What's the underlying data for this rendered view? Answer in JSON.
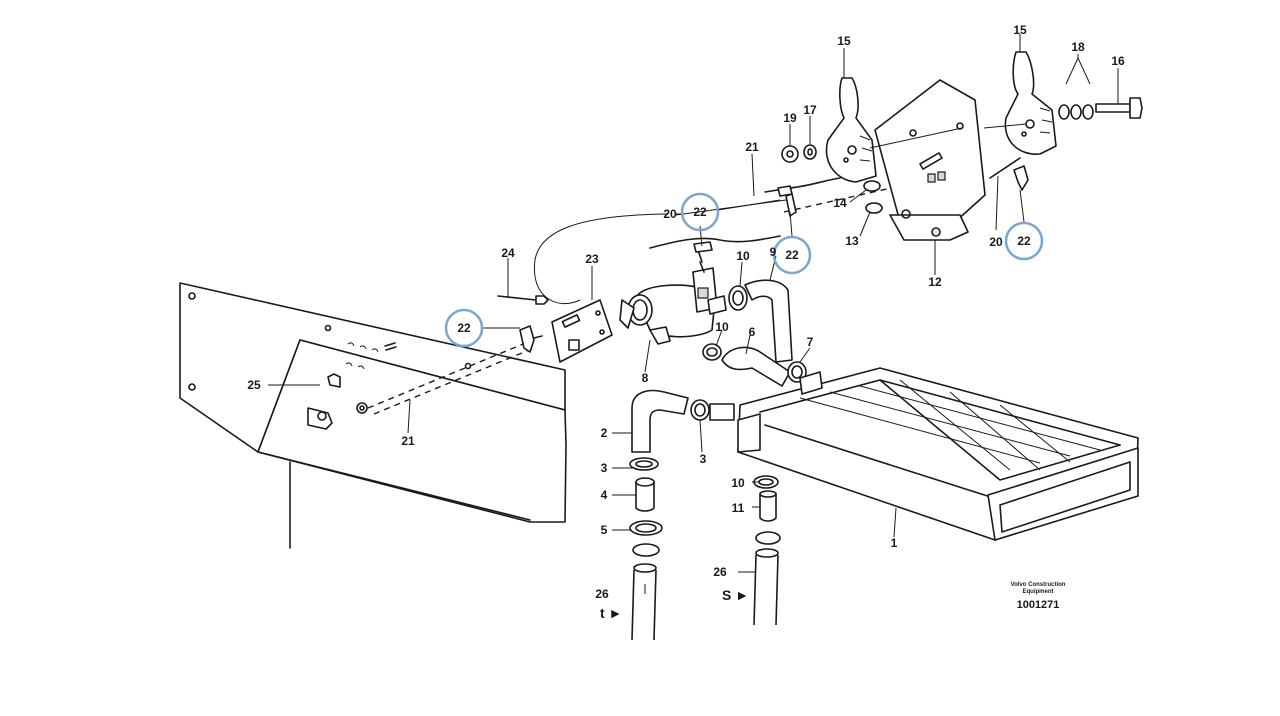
{
  "callouts": {
    "c1": "1",
    "c2": "2",
    "c3a": "3",
    "c3b": "3",
    "c4": "4",
    "c5": "5",
    "c6": "6",
    "c7": "7",
    "c8": "8",
    "c9": "9",
    "c10a": "10",
    "c10b": "10",
    "c10c": "10",
    "c11": "11",
    "c12": "12",
    "c13": "13",
    "c14": "14",
    "c15a": "15",
    "c15b": "15",
    "c16": "16",
    "c17": "17",
    "c18": "18",
    "c19": "19",
    "c20a": "20",
    "c20b": "20",
    "c21a": "21",
    "c21b": "21",
    "c22a": "22",
    "c22b": "22",
    "c22c": "22",
    "c22d": "22",
    "c23": "23",
    "c24": "24",
    "c25": "25",
    "c26a": "26",
    "c26b": "26"
  },
  "flow_markers": {
    "t": "t ►",
    "s": "S ►"
  },
  "brand": {
    "line1": "Volvo Construction",
    "line2": "Equipment"
  },
  "document_number": "1001271",
  "colors": {
    "highlight": "#7aa6cf",
    "line": "#1a1a1a"
  }
}
